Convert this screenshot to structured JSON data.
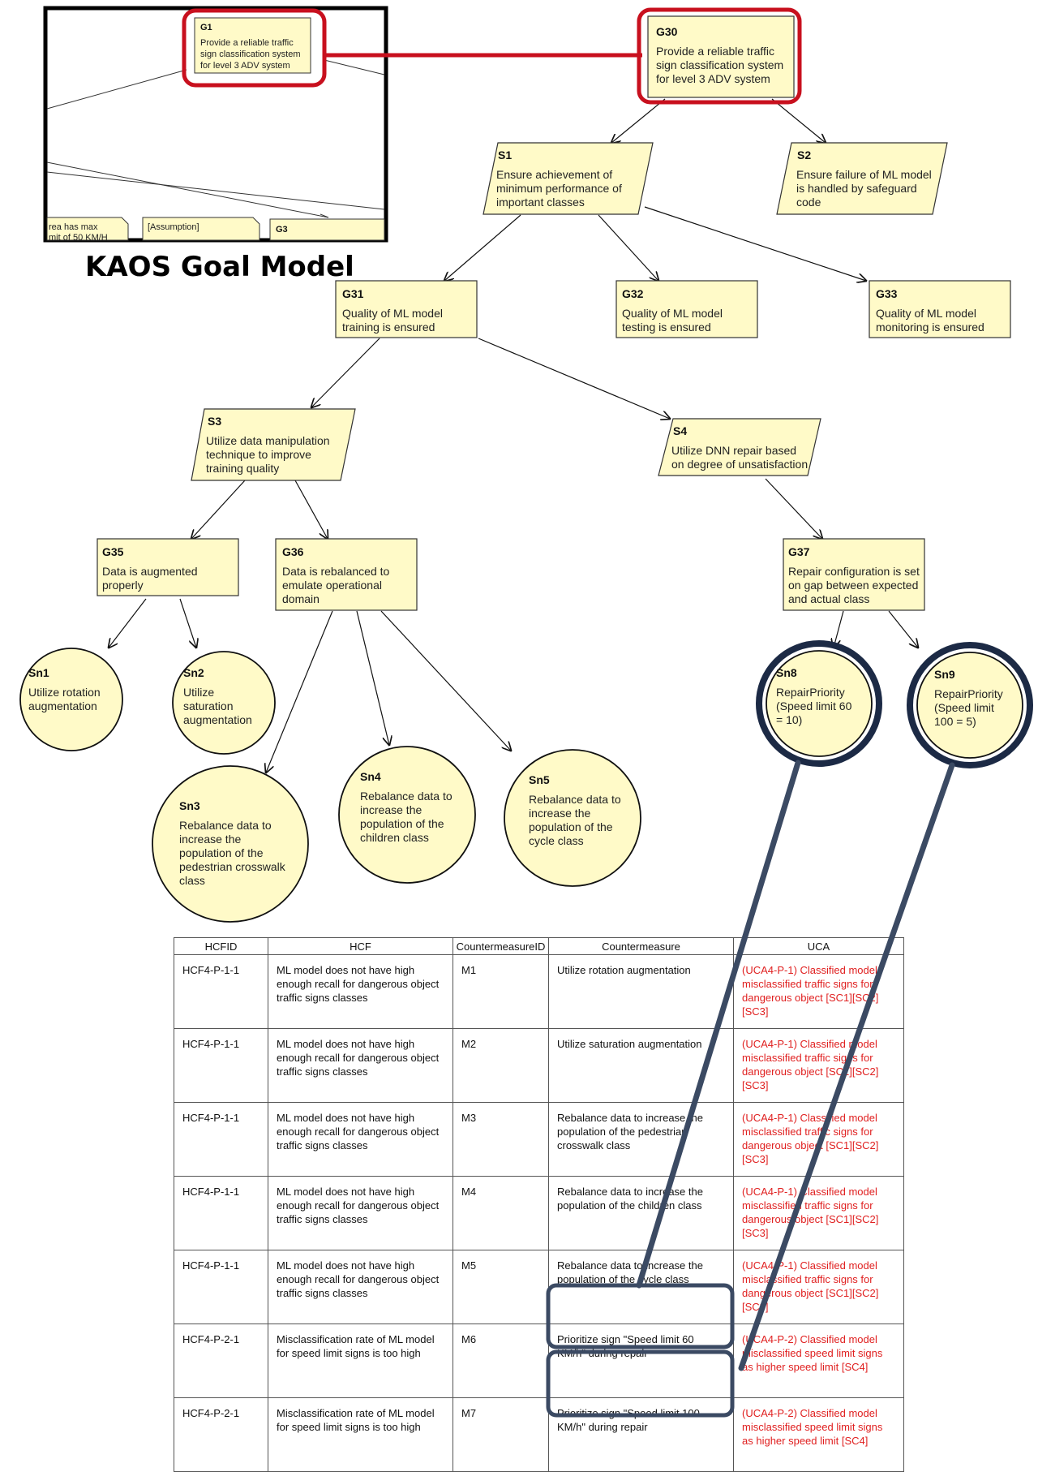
{
  "caption": "KAOS Goal Model",
  "inset": {
    "g1": {
      "id": "G1",
      "lines": [
        "Provide a reliable traffic",
        "sign classification system",
        "for level 3 ADV system"
      ]
    },
    "fragment_note": "rea has max",
    "fragment_note2": "mit of 50 KM/H",
    "assumption": "[Assumption]",
    "g3": "G3"
  },
  "nodes": {
    "G30": {
      "id": "G30",
      "lines": [
        "Provide a reliable traffic",
        "sign classification system",
        "for level 3 ADV system"
      ]
    },
    "S1": {
      "id": "S1",
      "lines": [
        "Ensure achievement of",
        "minimum performance of",
        "important classes"
      ]
    },
    "S2": {
      "id": "S2",
      "lines": [
        "Ensure failure of ML model",
        "is handled by safeguard",
        "code"
      ]
    },
    "G31": {
      "id": "G31",
      "lines": [
        "Quality of ML model",
        "training is ensured"
      ]
    },
    "G32": {
      "id": "G32",
      "lines": [
        "Quality of ML model",
        "testing is ensured"
      ]
    },
    "G33": {
      "id": "G33",
      "lines": [
        "Quality of ML model",
        "monitoring is ensured"
      ]
    },
    "S3": {
      "id": "S3",
      "lines": [
        "Utilize data manipulation",
        "technique to improve",
        "training quality"
      ]
    },
    "S4": {
      "id": "S4",
      "lines": [
        "Utilize DNN repair based",
        "on degree of unsatisfaction"
      ]
    },
    "G35": {
      "id": "G35",
      "lines": [
        "Data is augmented",
        "properly"
      ]
    },
    "G36": {
      "id": "G36",
      "lines": [
        "Data is rebalanced to",
        "emulate operational",
        "domain"
      ]
    },
    "G37": {
      "id": "G37",
      "lines": [
        "Repair configuration is set",
        "on gap between expected",
        "and actual class"
      ]
    },
    "Sn1": {
      "id": "Sn1",
      "lines": [
        "Utilize rotation",
        "augmentation"
      ]
    },
    "Sn2": {
      "id": "Sn2",
      "lines": [
        "Utilize",
        "saturation",
        "augmentation"
      ]
    },
    "Sn3": {
      "id": "Sn3",
      "lines": [
        "Rebalance data to",
        "increase the",
        "population of the",
        "pedestrian crosswalk",
        "class"
      ]
    },
    "Sn4": {
      "id": "Sn4",
      "lines": [
        "Rebalance data to",
        "increase the",
        "population of the",
        "children class"
      ]
    },
    "Sn5": {
      "id": "Sn5",
      "lines": [
        "Rebalance data to",
        "increase the",
        "population of the",
        "cycle class"
      ]
    },
    "Sn8": {
      "id": "Sn8",
      "lines": [
        "RepairPriority",
        "(Speed limit 60",
        "= 10)"
      ]
    },
    "Sn9": {
      "id": "Sn9",
      "lines": [
        "RepairPriority",
        "(Speed limit",
        "100 = 5)"
      ]
    }
  },
  "table": {
    "headers": [
      "HCFID",
      "HCF",
      "CountermeasureID",
      "Countermeasure",
      "UCA"
    ],
    "rows": [
      {
        "hcfid": "HCF4-P-1-1",
        "hcf": "ML model does not have high enough recall for dangerous object traffic signs classes",
        "cmid": "M1",
        "cm": "Utilize rotation augmentation",
        "uca": "(UCA4-P-1) Classified model misclassified traffic signs for dangerous object [SC1][SC2][SC3]"
      },
      {
        "hcfid": "HCF4-P-1-1",
        "hcf": "ML model does not have high enough recall for dangerous object traffic signs classes",
        "cmid": "M2",
        "cm": "Utilize saturation augmentation",
        "uca": "(UCA4-P-1) Classified model misclassified traffic signs for dangerous object [SC1][SC2][SC3]"
      },
      {
        "hcfid": "HCF4-P-1-1",
        "hcf": "ML model does not have high enough recall for dangerous object traffic signs classes",
        "cmid": "M3",
        "cm": "Rebalance data to increase the population of the pedestrian crosswalk class",
        "uca": "(UCA4-P-1) Classified model misclassified traffic signs for dangerous object [SC1][SC2][SC3]"
      },
      {
        "hcfid": "HCF4-P-1-1",
        "hcf": "ML model does not have high enough recall for dangerous object traffic signs classes",
        "cmid": "M4",
        "cm": "Rebalance data to increase the population of the children class",
        "uca": "(UCA4-P-1) Classified model misclassified traffic signs for dangerous object [SC1][SC2][SC3]"
      },
      {
        "hcfid": "HCF4-P-1-1",
        "hcf": "ML model does not have high enough recall for dangerous object traffic signs classes",
        "cmid": "M5",
        "cm": "Rebalance data to increase the population of the cycle class",
        "uca": "(UCA4-P-1) Classified model misclassified traffic signs for dangerous object [SC1][SC2][SC3]"
      },
      {
        "hcfid": "HCF4-P-2-1",
        "hcf": "Misclassification rate of ML model for speed limit signs is too high",
        "cmid": "M6",
        "cm": "Prioritize sign \"Speed limit 60 KM/h\" during repair",
        "uca": "(UCA4-P-2) Classified model misclassified speed limit signs as higher speed limit [SC4]"
      },
      {
        "hcfid": "HCF4-P-2-1",
        "hcf": "Misclassification rate of ML model for speed limit signs is too high",
        "cmid": "M7",
        "cm": "Prioritize sign \"Speed limit 100 KM/h\" during repair",
        "uca": "(UCA4-P-2) Classified model misclassified speed limit signs as higher speed limit [SC4]"
      }
    ]
  },
  "colors": {
    "node_fill": "#fffac8",
    "highlight_red": "#c8101e",
    "link_navy": "#3b4a63",
    "circle_ring": "#1c2a45"
  }
}
